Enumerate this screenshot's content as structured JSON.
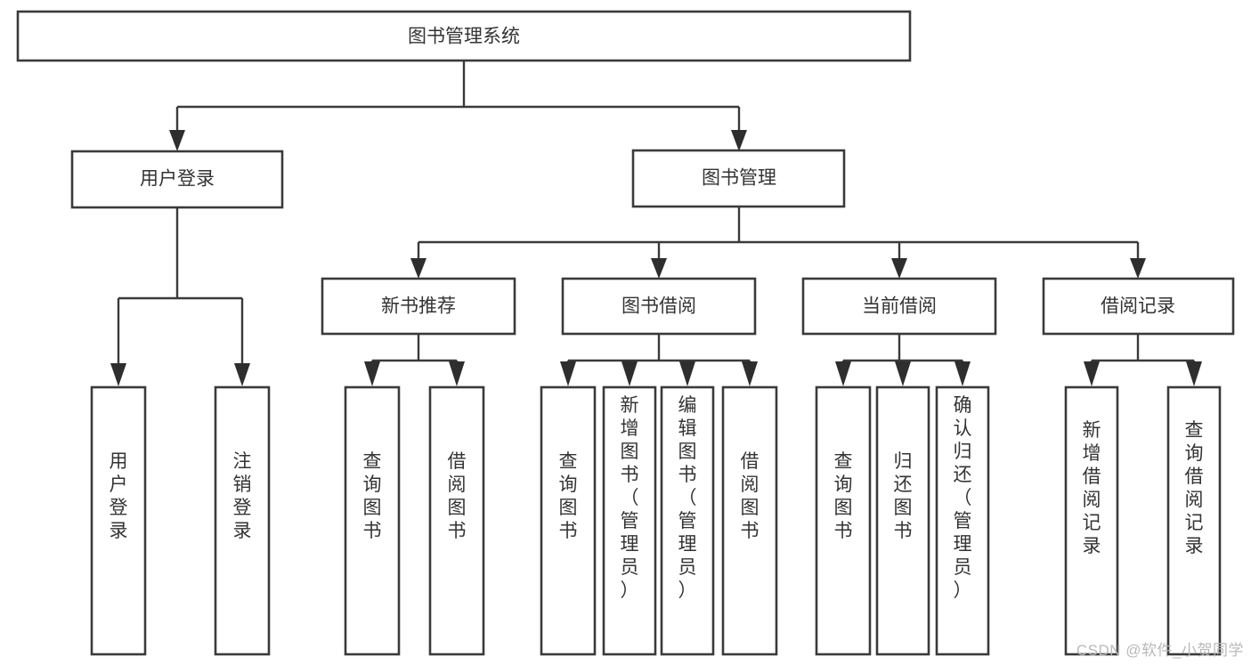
{
  "diagram": {
    "type": "tree",
    "title_node": "图书管理系统",
    "orientation": "top-down",
    "colors": {
      "box_stroke": "#3a3a3a",
      "box_fill": "#ffffff",
      "text": "#333333",
      "connector": "#3a3a3a",
      "background": "#ffffff",
      "watermark": "#b9b9b9"
    },
    "nodes": {
      "root": {
        "label": "图书管理系统"
      },
      "level1": [
        {
          "label": "用户登录"
        },
        {
          "label": "图书管理"
        }
      ],
      "level2": [
        {
          "label": "新书推荐"
        },
        {
          "label": "图书借阅"
        },
        {
          "label": "当前借阅"
        },
        {
          "label": "借阅记录"
        }
      ],
      "leaves": [
        {
          "label": "用户登录",
          "parent": "用户登录"
        },
        {
          "label": "注销登录",
          "parent": "用户登录"
        },
        {
          "label": "查询图书",
          "parent": "新书推荐"
        },
        {
          "label": "借阅图书",
          "parent": "新书推荐"
        },
        {
          "label": "查询图书",
          "parent": "图书借阅"
        },
        {
          "label": "新增图书（管理员）",
          "parent": "图书借阅"
        },
        {
          "label": "编辑图书（管理员）",
          "parent": "图书借阅"
        },
        {
          "label": "借阅图书",
          "parent": "图书借阅"
        },
        {
          "label": "查询图书",
          "parent": "当前借阅"
        },
        {
          "label": "归还图书",
          "parent": "当前借阅"
        },
        {
          "label": "确认归还（管理员）",
          "parent": "当前借阅"
        },
        {
          "label": "新增借阅记录",
          "parent": "借阅记录"
        },
        {
          "label": "查询借阅记录",
          "parent": "借阅记录"
        }
      ]
    }
  },
  "watermark": {
    "text": "CSDN @软件_小贺同学"
  }
}
